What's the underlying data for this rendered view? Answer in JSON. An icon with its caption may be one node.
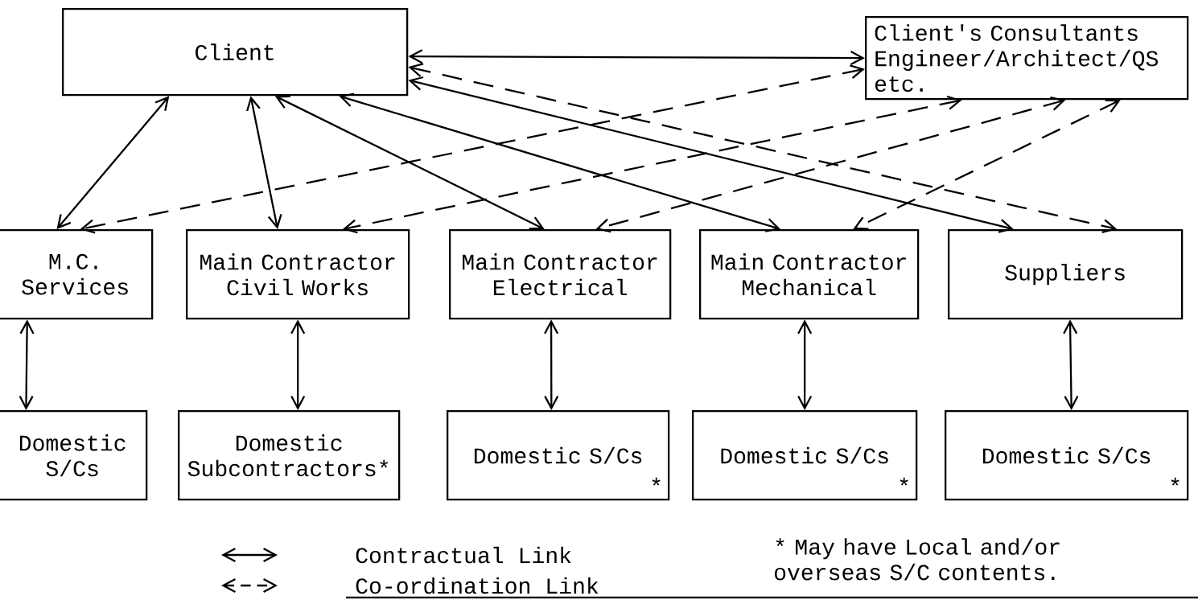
{
  "diagram": {
    "nodes": [
      {
        "text": [
          "Client"
        ]
      },
      {
        "text": [
          "Client's Consultants Engineer/Architect/QS etc."
        ]
      },
      {
        "text": [
          "M.C. Services"
        ]
      },
      {
        "text": [
          "Main Contractor Civil Works"
        ]
      },
      {
        "text": [
          "Main Contractor Electrical"
        ]
      },
      {
        "text": [
          "Main Contractor Mechanical"
        ]
      },
      {
        "text": [
          "Suppliers"
        ]
      },
      {
        "text": [
          "Domestic S/Cs"
        ]
      },
      {
        "text": [
          "Domestic Subcontractors*"
        ]
      },
      {
        "text": [
          "Domestic S/Cs",
          "*"
        ]
      },
      {
        "text": [
          "Domestic S/Cs",
          "*"
        ]
      },
      {
        "text": [
          "Domestic S/Cs",
          "*"
        ]
      }
    ],
    "edges": [
      {
        "from": 0,
        "to": 1,
        "arrow": "both"
      },
      {
        "from": 0,
        "to": 2,
        "arrow": "both"
      },
      {
        "from": 0,
        "to": 3,
        "arrow": "both"
      },
      {
        "from": 0,
        "to": 4,
        "arrow": "both"
      },
      {
        "from": 0,
        "to": 5,
        "arrow": "both"
      },
      {
        "from": 0,
        "to": 6,
        "arrow": "both"
      },
      {
        "from": 0,
        "to": 6,
        "arrow": "both",
        "style": "dashed"
      },
      {
        "from": 1,
        "to": 2,
        "arrow": "both",
        "style": "dashed"
      },
      {
        "from": 1,
        "to": 3,
        "arrow": "both",
        "style": "dashed"
      },
      {
        "from": 1,
        "to": 4,
        "arrow": "both",
        "style": "dashed"
      },
      {
        "from": 1,
        "to": 5,
        "arrow": "both",
        "style": "dashed"
      },
      {
        "from": 2,
        "to": 7,
        "arrow": "both"
      },
      {
        "from": 3,
        "to": 8,
        "arrow": "both"
      },
      {
        "from": 4,
        "to": 9,
        "arrow": "both"
      },
      {
        "from": 5,
        "to": 10,
        "arrow": "both"
      },
      {
        "from": 6,
        "to": 11,
        "arrow": "both"
      }
    ],
    "labels": [
      "* May have Local and/or overseas S/C contents."
    ],
    "legend": [
      {
        "text": "Contractual Link"
      },
      {
        "text": "Co-ordination Link"
      }
    ]
  }
}
